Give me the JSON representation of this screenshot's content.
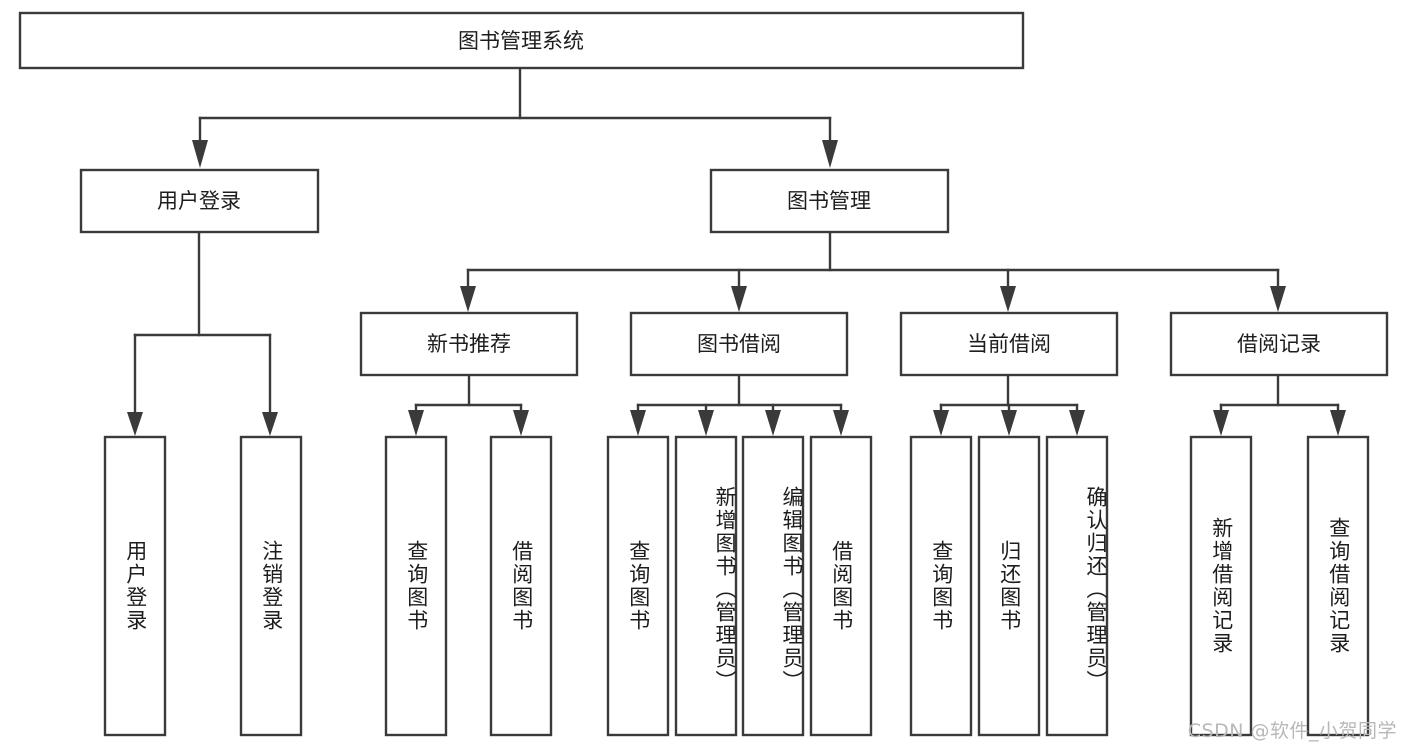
{
  "diagram": {
    "type": "tree",
    "title_node": {
      "label": "图书管理系统"
    },
    "level2": [
      {
        "label": "用户登录"
      },
      {
        "label": "图书管理"
      }
    ],
    "level3": [
      {
        "label": "新书推荐"
      },
      {
        "label": "图书借阅"
      },
      {
        "label": "当前借阅"
      },
      {
        "label": "借阅记录"
      }
    ],
    "leaves": {
      "user_login": [
        {
          "label": "用户登录"
        },
        {
          "label": "注销登录"
        }
      ],
      "new_book": [
        {
          "label": "查询图书"
        },
        {
          "label": "借阅图书"
        }
      ],
      "borrow_book": [
        {
          "label": "查询图书"
        },
        {
          "label": "新增图书（管理员）"
        },
        {
          "label": "编辑图书（管理员）"
        },
        {
          "label": "借阅图书"
        }
      ],
      "current_borrow": [
        {
          "label": "查询图书"
        },
        {
          "label": "归还图书"
        },
        {
          "label": "确认归还（管理员）"
        }
      ],
      "borrow_record": [
        {
          "label": "新增借阅记录"
        },
        {
          "label": "查询借阅记录"
        }
      ]
    }
  },
  "watermark": {
    "text": "CSDN @软件_小贺同学"
  },
  "colors": {
    "stroke": "#3a3a3a",
    "text": "#1d1d1d",
    "background": "#ffffff",
    "watermark": "#b8b8b8"
  }
}
